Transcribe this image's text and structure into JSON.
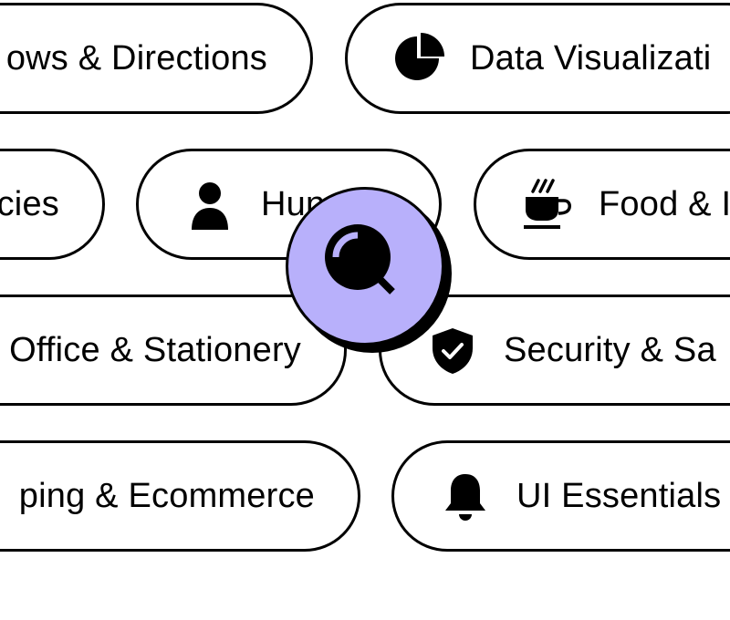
{
  "colors": {
    "background": "#ffffff",
    "outline": "#000000",
    "search_accent": "#b8b0fb"
  },
  "tags": [
    {
      "id": "arrows",
      "label": "ows & Directions",
      "icon": null
    },
    {
      "id": "dataviz",
      "label": "Data Visualizati",
      "icon": "pie-chart-icon"
    },
    {
      "id": "currencies",
      "label": "cies",
      "icon": null
    },
    {
      "id": "humans",
      "label": "Hun",
      "icon": "person-icon"
    },
    {
      "id": "food",
      "label": "Food & I",
      "icon": "coffee-cup-icon"
    },
    {
      "id": "office",
      "label": "Office & Stationery",
      "icon": null
    },
    {
      "id": "security",
      "label": "Security & Sa",
      "icon": "shield-check-icon"
    },
    {
      "id": "shopping",
      "label": "ping & Ecommerce",
      "icon": null
    },
    {
      "id": "ui",
      "label": "UI Essentials",
      "icon": "bell-icon"
    }
  ],
  "search": {
    "icon": "magnifier-icon"
  }
}
